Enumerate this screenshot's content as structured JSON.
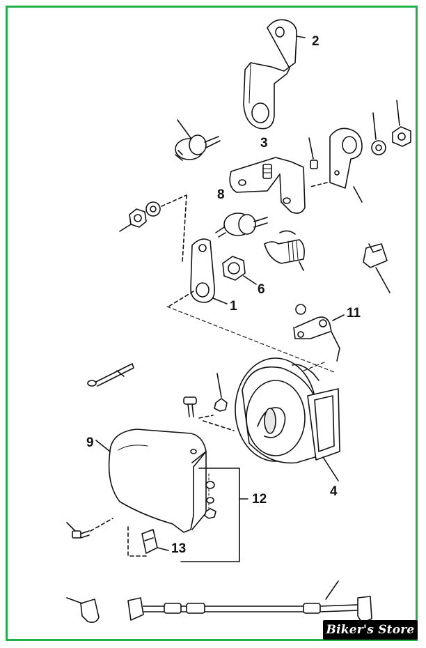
{
  "callouts": [
    {
      "id": "1",
      "label": "1"
    },
    {
      "id": "2",
      "label": "2"
    },
    {
      "id": "3",
      "label": "3"
    },
    {
      "id": "4",
      "label": "4"
    },
    {
      "id": "6",
      "label": "6"
    },
    {
      "id": "8",
      "label": "8"
    },
    {
      "id": "9",
      "label": "9"
    },
    {
      "id": "11",
      "label": "11"
    },
    {
      "id": "12",
      "label": "12"
    },
    {
      "id": "13",
      "label": "13"
    }
  ],
  "watermark": "Biker's Store",
  "colors": {
    "frame": "#22b04b",
    "ink": "#111111",
    "paper": "#ffffff",
    "shade": "#e8e8e8"
  }
}
